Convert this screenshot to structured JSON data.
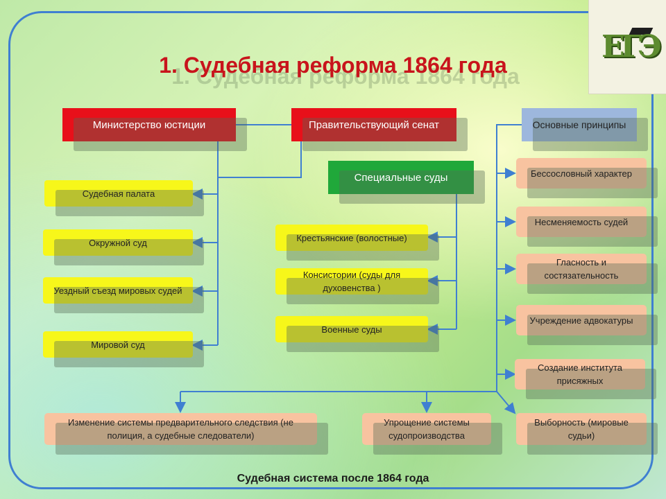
{
  "title": "1. Судебная реформа 1864 года",
  "logo_text": "ЕГЭ",
  "ministry": "Министерство юстиции",
  "senate": "Правительствующий сенат",
  "special_courts": "Специальные суды",
  "principles_header": "Основные принципы",
  "ministry_courts": [
    "Судебная палата",
    "Окружной суд",
    "Уездный съезд мировых судей",
    "Мировой суд"
  ],
  "special_courts_list": [
    "Крестьянские (волостные)",
    "Консистории (суды для духовенства )",
    "Военные суды"
  ],
  "principles": [
    "Бессословный характер",
    "Несменяемость судей",
    "Гласность и состязательность",
    "Учреждение адвокатуры",
    "Создание института присяжных",
    "Выборность (мировые судьи)"
  ],
  "bottom_items": [
    "Изменение системы предварительного следствия (не полиция, а судебные следователи)",
    "Упрощение системы судопроизводства"
  ],
  "footer": "Судебная система после 1864 года",
  "colors": {
    "frame": "#3f7fd1",
    "title": "#c8141c",
    "red_box": "#e8101a",
    "green_box": "#20a83a",
    "blue_box": "#9db7dd",
    "yellow_box": "#f7f71a",
    "peach_box": "#f8c3a0"
  }
}
